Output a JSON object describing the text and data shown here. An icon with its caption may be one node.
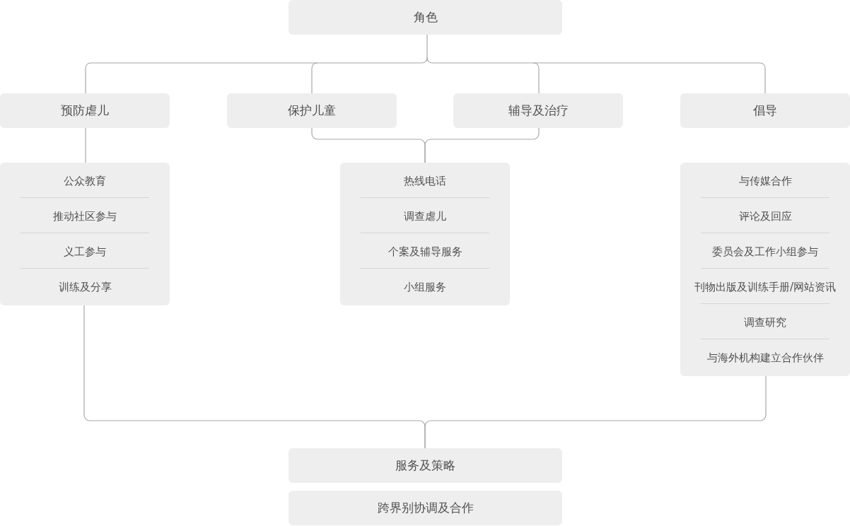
{
  "diagram": {
    "nodes": [
      {
        "text": [
          "角色"
        ]
      },
      {
        "text": [
          "预防虐儿"
        ]
      },
      {
        "text": [
          "保护儿童"
        ]
      },
      {
        "text": [
          "辅导及治疗"
        ]
      },
      {
        "text": [
          "倡导"
        ]
      },
      {
        "text": [
          "公众教育",
          "推动社区参与",
          "义工参与",
          "训练及分享"
        ]
      },
      {
        "text": [
          "热线电话",
          "调查虐儿",
          "个案及辅导服务",
          "小组服务"
        ]
      },
      {
        "text": [
          "与传媒合作",
          "评论及回应",
          "委员会及工作小组参与",
          "刊物出版及训练手册/网站资讯",
          "调查研究",
          "与海外机构建立合作伙伴"
        ]
      },
      {
        "text": [
          "服务及策略"
        ]
      },
      {
        "text": [
          "跨界别协调及合作"
        ]
      }
    ],
    "edges": [
      {
        "from": 0,
        "to": 1,
        "arrow": "none"
      },
      {
        "from": 0,
        "to": 2,
        "arrow": "none"
      },
      {
        "from": 0,
        "to": 3,
        "arrow": "none"
      },
      {
        "from": 0,
        "to": 4,
        "arrow": "none"
      },
      {
        "from": 1,
        "to": 5,
        "arrow": "none"
      },
      {
        "from": 2,
        "to": 6,
        "arrow": "none"
      },
      {
        "from": 3,
        "to": 6,
        "arrow": "none"
      },
      {
        "from": 5,
        "to": 8,
        "arrow": "none"
      },
      {
        "from": 7,
        "to": 8,
        "arrow": "none"
      }
    ]
  }
}
